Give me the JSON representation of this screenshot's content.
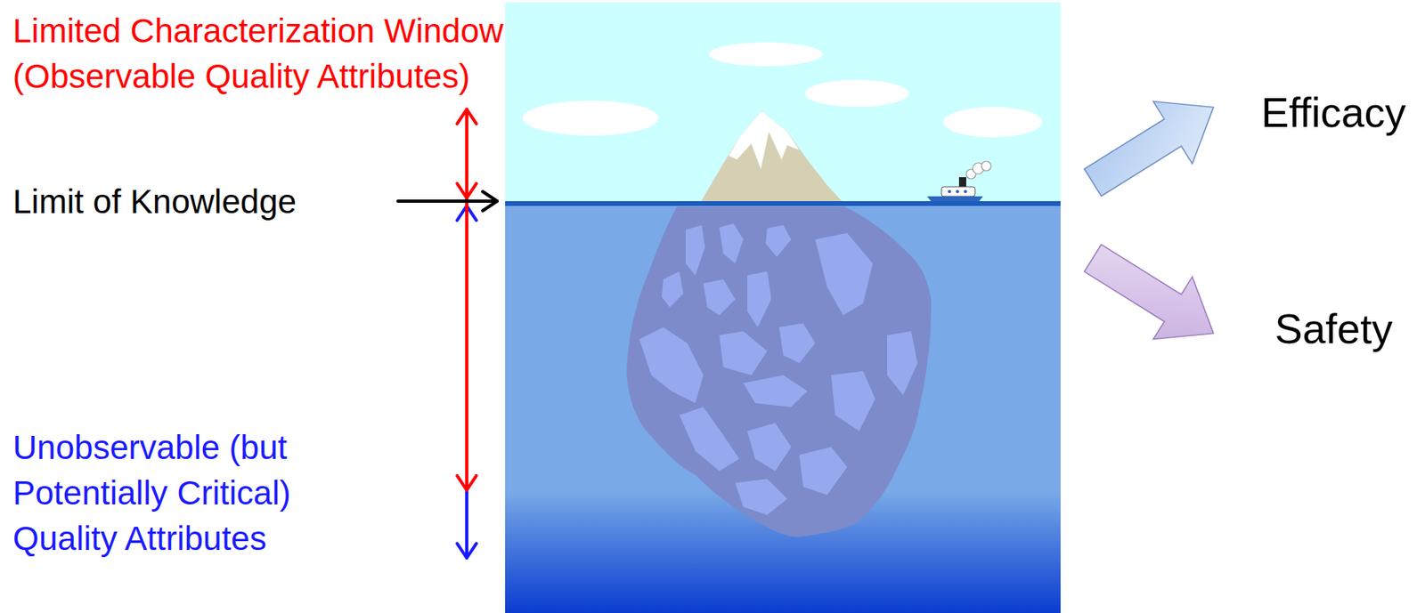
{
  "diagram": {
    "labels": [
      "Limited Characterization Window (Observable Quality Attributes)",
      "Efficacy",
      "Limit of Knowledge",
      "Safety",
      "Unobservable (but Potentially Critical) Quality Attributes"
    ]
  }
}
